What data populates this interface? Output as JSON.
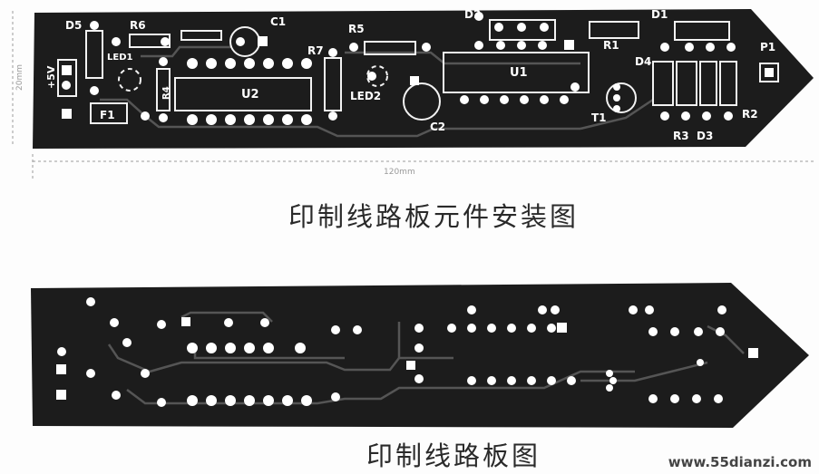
{
  "captions": {
    "assembly": "印制线路板元件安装图",
    "board": "印制线路板图"
  },
  "watermark": "www.55dianzi.com",
  "dimensions": {
    "height": "20mm",
    "width": "120mm"
  },
  "labels": {
    "d5": "D5",
    "r6": "R6",
    "led1": "LED1",
    "r4": "R4",
    "f1": "F1",
    "power": "+5V",
    "u2": "U2",
    "c1": "C1",
    "r7": "R7",
    "r5": "R5",
    "led2": "LED2",
    "c2": "C2",
    "d2": "D2",
    "u1": "U1",
    "r1": "R1",
    "d1": "D1",
    "d4": "D4",
    "d3": "D3",
    "r3": "R3",
    "r2": "R2",
    "t1": "T1",
    "p1": "P1"
  },
  "colors": {
    "board": "#1c1c1c",
    "silk": "#f2f2f2",
    "pad": "#ffffff",
    "trace": "#545454"
  }
}
